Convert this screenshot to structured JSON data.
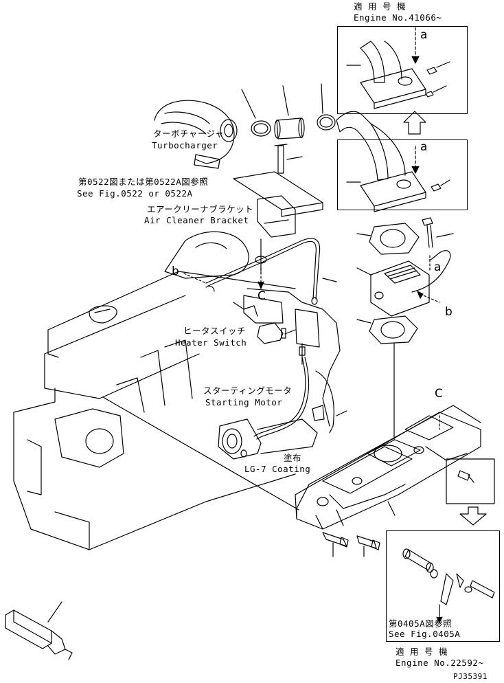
{
  "inset_top": {
    "jp": "適 用 号 機",
    "en": "Engine No.41066~"
  },
  "inset_bottom": {
    "jp": "適 用 号 機",
    "en": "Engine No.22592~",
    "fig_jp": "第0405A図参照",
    "fig_en": "See Fig.0405A"
  },
  "turbocharger": {
    "jp": "ターボチャージャ",
    "en": "Turbocharger"
  },
  "fig_ref_0522": {
    "jp": "第0522図または第0522A図参照",
    "en": "See Fig.0522 or 0522A"
  },
  "air_cleaner_bracket": {
    "jp": "エアークリーナブラケット",
    "en": "Air Cleaner Bracket"
  },
  "heater_switch": {
    "jp": "ヒータスイッチ",
    "en": "Heater Switch"
  },
  "starting_motor": {
    "jp": "スターティングモータ",
    "en": "Starting Motor"
  },
  "coating": {
    "jp": "塗布",
    "en": "LG-7 Coating"
  },
  "refs": {
    "a1": "a",
    "a2": "a",
    "a3": "a",
    "b1": "b",
    "b2": "b",
    "c1": "C",
    "c2": "C"
  },
  "drawing_id": "PJ35391"
}
